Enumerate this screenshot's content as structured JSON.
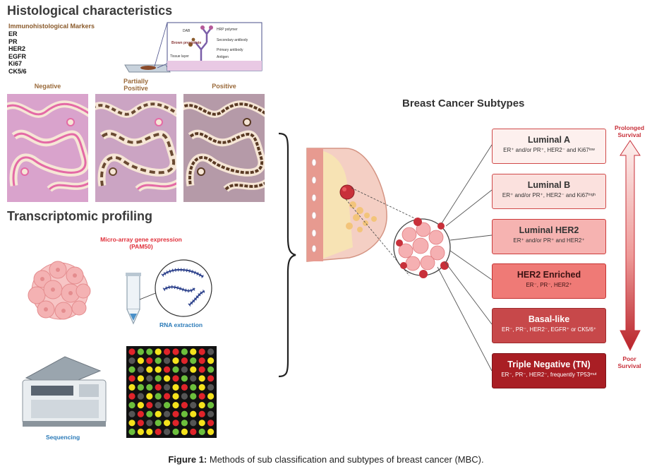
{
  "histology": {
    "title": "Histological characteristics",
    "markers_title": "Immunohistological Markers",
    "markers": [
      "ER",
      "PR",
      "HER2",
      "EGFR",
      "Ki67",
      "CK5/6"
    ],
    "ihc_labels": [
      "DAB",
      "Brown precipitate",
      "HRP polymer",
      "Secondary antibody",
      "Primary antibody",
      "Antigen",
      "Tissue layer"
    ],
    "tiles": [
      {
        "label": "Negative"
      },
      {
        "label_lines": [
          "Partially",
          "Positive"
        ]
      },
      {
        "label": "Positive"
      }
    ]
  },
  "transcriptomic": {
    "title": "Transcriptomic profiling",
    "microarray_lines": [
      "Micro-array gene expression",
      "(PAM50)"
    ],
    "rna_label": "RNA extraction",
    "sequencing_label": "Sequencing",
    "microarray_grid": [
      "rggyrrgyrx",
      "xyrgxyrgry",
      "gxyyrgxyrg",
      "ryxgyrgxyr",
      "yggrxyrgyx",
      "rxygryxgry",
      "gyrxgyrxyg",
      "xrgyxrgyrx",
      "yrxgyrgxyr",
      "gyyrxgyrgy"
    ],
    "colors": {
      "r": "#e0242a",
      "g": "#6cbf3c",
      "y": "#f4e21c",
      "x": "#555555"
    }
  },
  "subtypes_panel": {
    "title": "Breast Cancer Subtypes",
    "axis_top": [
      "Prolonged",
      "Survival"
    ],
    "axis_bottom": [
      "Poor",
      "Survival"
    ],
    "subtypes": [
      {
        "name": "Luminal A",
        "desc": "ER⁺ and/or PR⁺, HER2⁻ and Ki67ˡᵒʷ",
        "bg": "#fdf0ee",
        "border": "#d04a4a",
        "fg": "#333333"
      },
      {
        "name": "Luminal B",
        "desc": "ER⁺ and/or PR⁺, HER2⁻ and Ki67ʰⁱᵍʰ",
        "bg": "#fbe1de",
        "border": "#d04a4a",
        "fg": "#333333"
      },
      {
        "name": "Luminal HER2",
        "desc": "ER⁺ and/or PR⁺ and HER2⁺",
        "bg": "#f6b3b1",
        "border": "#cc3b3b",
        "fg": "#333333"
      },
      {
        "name": "HER2 Enriched",
        "desc": "ER⁻, PR⁻, HER2⁺",
        "bg": "#ef7a76",
        "border": "#c53232",
        "fg": "#3a1212"
      },
      {
        "name": "Basal-like",
        "desc": "ER⁻, PR⁻, HER2⁻, EGFR⁺ or CK5/6⁺",
        "bg": "#c7484a",
        "border": "#9e2a2c",
        "fg": "#ffffff"
      },
      {
        "name": "Triple Negative (TN)",
        "desc": "ER⁻, PR⁻, HER2⁻, frequently TP53ᵐᵘᵗ",
        "bg": "#a91e24",
        "border": "#7e1419",
        "fg": "#ffffff"
      }
    ]
  },
  "caption": {
    "label": "Figure 1:",
    "text": " Methods of sub classification and subtypes of breast cancer (MBC)."
  }
}
